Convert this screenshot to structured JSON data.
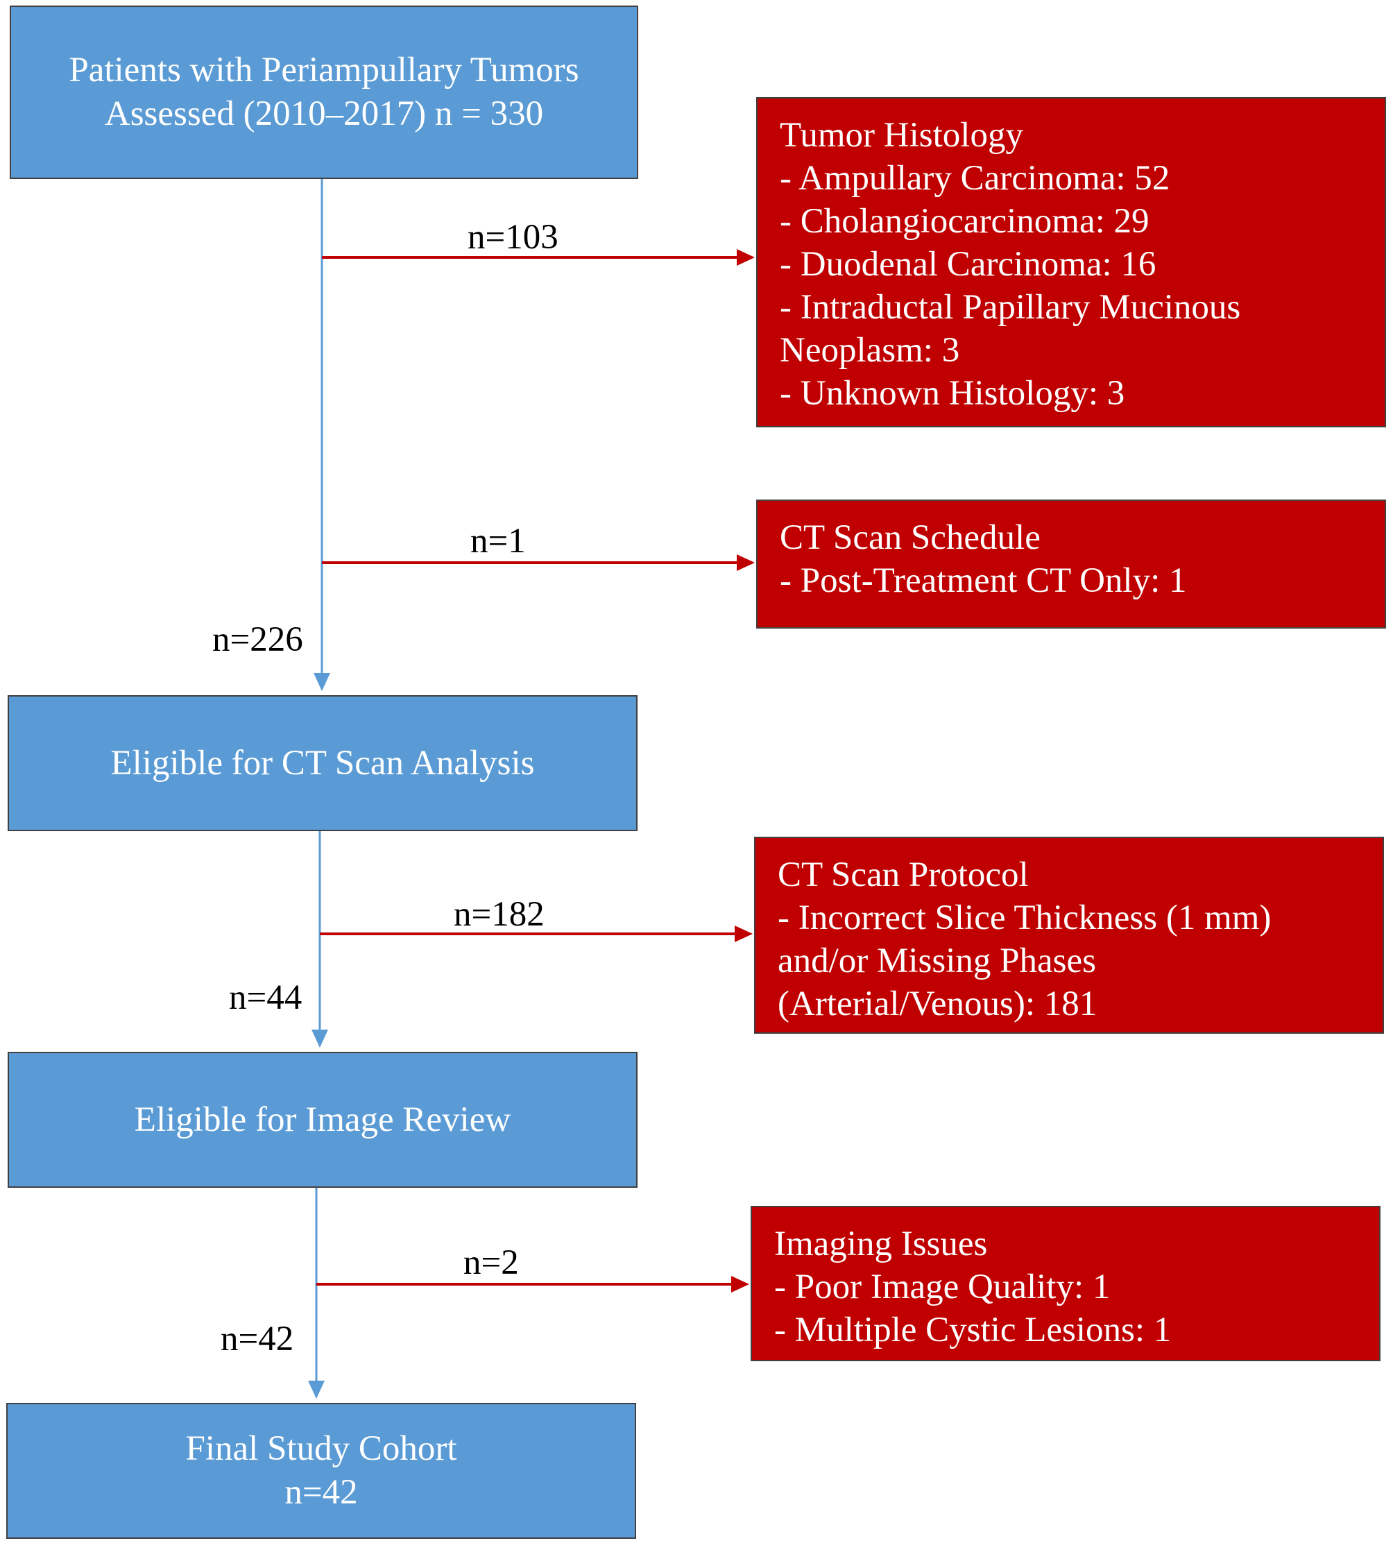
{
  "colors": {
    "main_box": "#5b9bd5",
    "exclusion_box": "#c00000",
    "main_arrow": "#5b9bd5",
    "exclusion_arrow": "#c00000"
  },
  "steps": [
    {
      "lines": [
        "Patients with Periampullary Tumors",
        "Assessed (2010–2017) n = 330"
      ]
    },
    {
      "lines": [
        "Eligible for CT Scan Analysis"
      ]
    },
    {
      "lines": [
        "Eligible for Image Review"
      ]
    },
    {
      "lines": [
        "Final Study Cohort",
        "n=42"
      ]
    }
  ],
  "exclusions": [
    {
      "count_label": "n=103",
      "lines": [
        "Tumor Histology",
        "- Ampullary Carcinoma: 52",
        "- Cholangiocarcinoma: 29",
        "- Duodenal Carcinoma: 16",
        "- Intraductal Papillary Mucinous",
        "Neoplasm: 3",
        "- Unknown Histology: 3"
      ]
    },
    {
      "count_label": "n=1",
      "lines": [
        "CT Scan Schedule",
        "- Post-Treatment CT Only: 1"
      ]
    },
    {
      "count_label": "n=182",
      "lines": [
        "CT Scan Protocol",
        "- Incorrect Slice Thickness (1 mm)",
        "and/or Missing Phases",
        "(Arterial/Venous): 181"
      ]
    },
    {
      "count_label": "n=2",
      "lines": [
        "Imaging Issues",
        "- Poor Image Quality: 1",
        "- Multiple Cystic Lesions: 1"
      ]
    }
  ],
  "remaining_labels": [
    "n=226",
    "n=44",
    "n=42"
  ]
}
